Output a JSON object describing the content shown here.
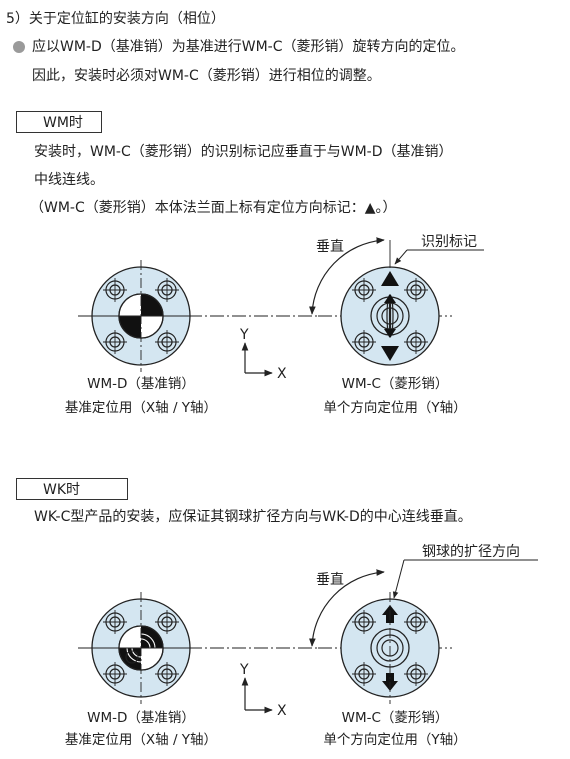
{
  "intro": {
    "heading": "5）关于定位缸的安装方向（相位）",
    "bullet_line1": "应以WM-D（基准销）为基准进行WM-C（菱形销）旋转方向的定位。",
    "bullet_line2": "因此，安装时必须对WM-C（菱形销）进行相位的调整。"
  },
  "wm_section": {
    "label": "WM时",
    "desc_line1": "安装时，WM-C（菱形销）的识别标记应垂直于与WM-D（基准销）",
    "desc_line2": "中线连线。",
    "desc_line3": "（WM-C（菱形销）本体法兰面上标有定位方向标记：▲。）",
    "vertical_label": "垂直",
    "mark_label": "识别标记",
    "y_axis": "Y",
    "x_axis": "X",
    "left_caption1": "WM-D（基准销）",
    "left_caption2": "基准定位用（X轴 / Y轴）",
    "right_caption1": "WM-C（菱形销）",
    "right_caption2": "单个方向定位用（Y轴）"
  },
  "wk_section": {
    "label": "WK时",
    "desc_line1": "WK-C型产品的安装，应保证其钢球扩径方向与WK-D的中心连线垂直。",
    "vertical_label": "垂直",
    "expand_label": "钢球的扩径方向",
    "y_axis": "Y",
    "x_axis": "X",
    "left_caption1": "WM-D（基准销）",
    "left_caption2": "基准定位用（X轴 / Y轴）",
    "right_caption1": "WM-C（菱形销）",
    "right_caption2": "单个方向定位用（Y轴）"
  },
  "colors": {
    "flange_fill": "#d4e6f1",
    "line": "#222222",
    "bullet": "#9a9a9a"
  }
}
